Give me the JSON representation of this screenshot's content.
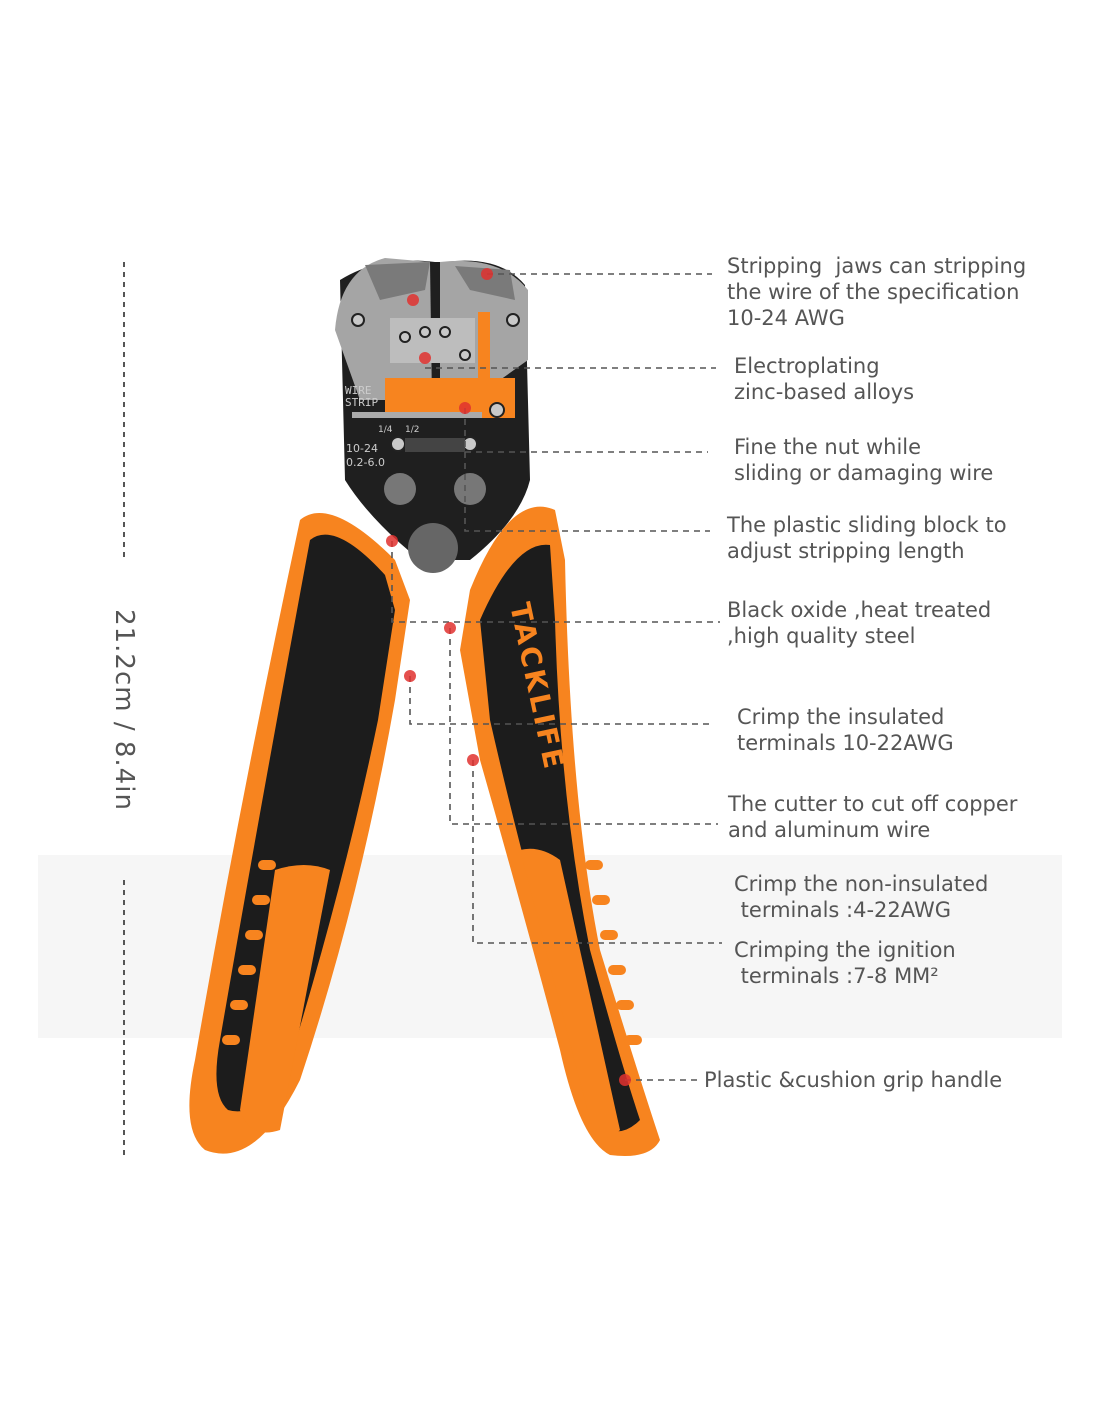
{
  "dimension": "21.2cm / 8.4in",
  "brand": "TACKLIFE",
  "tool_markings": {
    "wire": "WIRE",
    "strip": "STRIP",
    "q1": "1/4",
    "q2": "1/2",
    "awg": "10-24",
    "mm": "0.2-6.0"
  },
  "callouts": [
    {
      "lines": [
        "Stripping  jaws can stripping",
        "the wire of the specification",
        "10-24 AWG"
      ]
    },
    {
      "lines": [
        "Electroplating",
        "zinc-based alloys"
      ]
    },
    {
      "lines": [
        "Fine the nut while",
        "sliding or damaging wire"
      ]
    },
    {
      "lines": [
        "The plastic sliding block to",
        "adjust stripping length"
      ]
    },
    {
      "lines": [
        "Black oxide ,heat treated",
        ",high quality steel"
      ]
    },
    {
      "lines": [
        "Crimp the insulated",
        "terminals 10-22AWG"
      ]
    },
    {
      "lines": [
        "The cutter to cut off copper",
        "and aluminum wire"
      ]
    },
    {
      "lines": [
        "Crimp the non-insulated",
        " terminals :4-22AWG"
      ]
    },
    {
      "lines": [
        "Crimping the ignition",
        " terminals :7-8 MM²"
      ]
    },
    {
      "lines": [
        "Plastic &cushion grip handle"
      ]
    }
  ],
  "colors": {
    "orange": "#f7841f",
    "black": "#1c1c1c",
    "steel": "#9a9a9a",
    "text": "#555555",
    "dot": "#e0312f"
  }
}
